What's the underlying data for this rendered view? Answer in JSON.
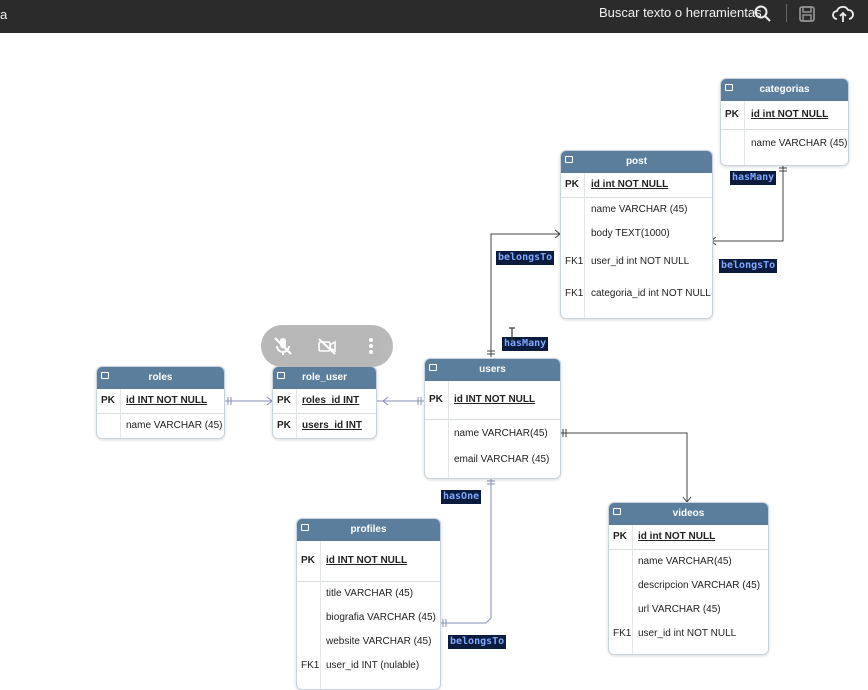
{
  "topbar": {
    "left_text": "a",
    "search_label": "Buscar texto o herramientas",
    "icons": [
      "search-icon",
      "save-icon",
      "upload-cloud-icon"
    ]
  },
  "overlay_controls": {
    "icons": [
      "mute-mic-icon",
      "camera-off-icon",
      "more-vertical-icon"
    ]
  },
  "tables": {
    "categorias": {
      "title": "categorias",
      "rows": [
        {
          "key": "PK",
          "field": "id int NOT NULL"
        },
        {
          "key": "",
          "field": "name VARCHAR (45)"
        }
      ]
    },
    "post": {
      "title": "post",
      "rows": [
        {
          "key": "PK",
          "field": "id int NOT NULL"
        },
        {
          "key": "",
          "field": "name VARCHAR (45)"
        },
        {
          "key": "",
          "field": "body TEXT(1000)"
        },
        {
          "key": "FK1",
          "field": "user_id int NOT NULL"
        },
        {
          "key": "FK1",
          "field": "categoria_id int NOT NULL"
        }
      ]
    },
    "roles": {
      "title": "roles",
      "rows": [
        {
          "key": "PK",
          "field": "id INT NOT NULL"
        },
        {
          "key": "",
          "field": "name VARCHAR (45)"
        }
      ]
    },
    "role_user": {
      "title": "role_user",
      "rows": [
        {
          "key": "PK",
          "field": "roles_id INT"
        },
        {
          "key": "PK",
          "field": "users_id INT"
        }
      ]
    },
    "users": {
      "title": "users",
      "rows": [
        {
          "key": "PK",
          "field": "id INT  NOT NULL"
        },
        {
          "key": "",
          "field": "name VARCHAR(45)"
        },
        {
          "key": "",
          "field": "email VARCHAR (45)"
        }
      ]
    },
    "profiles": {
      "title": "profiles",
      "rows": [
        {
          "key": "PK",
          "field": "id INT NOT NULL"
        },
        {
          "key": "",
          "field": "title VARCHAR (45)"
        },
        {
          "key": "",
          "field": "biografia VARCHAR (45)"
        },
        {
          "key": "",
          "field": "website VARCHAR (45)"
        },
        {
          "key": "FK1",
          "field": "user_id INT  (nulable)"
        }
      ]
    },
    "videos": {
      "title": "videos",
      "rows": [
        {
          "key": "PK",
          "field": "id int NOT NULL"
        },
        {
          "key": "",
          "field": "name VARCHAR(45)"
        },
        {
          "key": "",
          "field": "descripcion VARCHAR (45)"
        },
        {
          "key": "",
          "field": "url  VARCHAR (45)"
        },
        {
          "key": "FK1",
          "field": "user_id int NOT NULL"
        }
      ]
    }
  },
  "relations": {
    "post_categorias_hasMany": "hasMany",
    "post_categorias_belongsTo": "belongsTo",
    "post_users_belongsTo": "belongsTo",
    "users_post_hasMany": "hasMany",
    "users_profiles_hasOne": "hasOne",
    "profiles_users_belongsTo": "belongsTo"
  },
  "colors": {
    "topbar_bg": "#2b2b2b",
    "table_header": "#5b7e9c",
    "relation_label_bg": "#0b1b3d",
    "relation_label_fg": "#7fa8ff",
    "connector_line": "#444444",
    "connector_line_light": "#8a8fb8"
  }
}
